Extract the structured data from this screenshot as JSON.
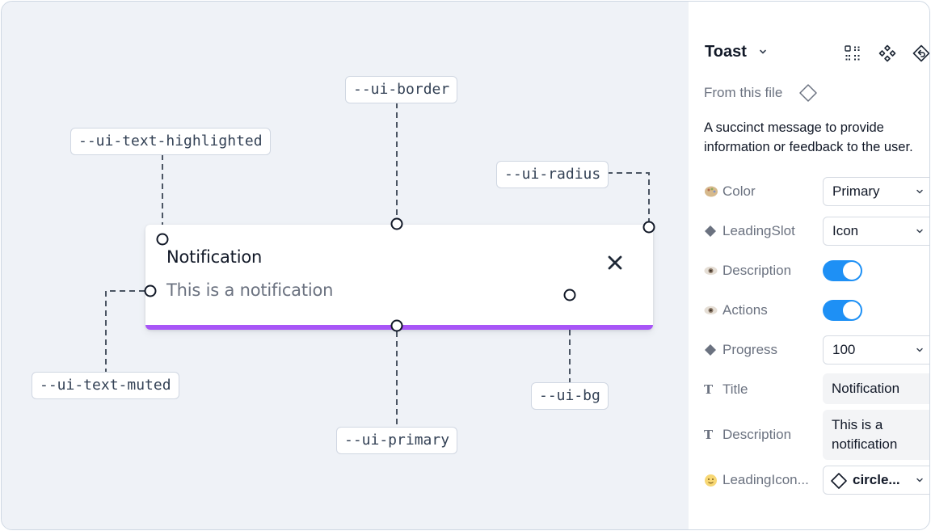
{
  "canvas": {
    "toast": {
      "title": "Notification",
      "description": "This is a notification",
      "progress_percent": 100
    },
    "tokens": {
      "border": "--ui-border",
      "text_highlighted": "--ui-text-highlighted",
      "radius": "--ui-radius",
      "text_muted": "--ui-text-muted",
      "bg": "--ui-bg",
      "primary": "--ui-primary"
    }
  },
  "panel": {
    "title": "Toast",
    "from_file": "From this file",
    "description": "A succinct message to provide information or feedback to the user.",
    "props": {
      "color": {
        "label": "Color",
        "value": "Primary"
      },
      "leading_slot": {
        "label": "LeadingSlot",
        "value": "Icon"
      },
      "description": {
        "label": "Description",
        "on": true
      },
      "actions": {
        "label": "Actions",
        "on": true
      },
      "progress": {
        "label": "Progress",
        "value": "100"
      },
      "title": {
        "label": "Title",
        "value": "Notification"
      },
      "description_text": {
        "label": "Description",
        "value": "This is a notification"
      },
      "leading_icon": {
        "label": "LeadingIcon...",
        "value": "circle..."
      }
    }
  },
  "colors": {
    "canvas_bg": "#eff2f7",
    "primary": "#a855f7",
    "toggle_on": "#1e90f5"
  },
  "icons": {
    "panel_caret": "chevron-down-icon",
    "grid": "grid-icon",
    "component": "component-icon",
    "reset": "reset-icon",
    "from_file": "diamond-outline-icon",
    "color": "palette-icon",
    "slot": "diamond-filled-icon",
    "visibility": "eye-icon",
    "text": "text-type-icon",
    "emoji": "smiley-icon",
    "close": "close-icon"
  }
}
